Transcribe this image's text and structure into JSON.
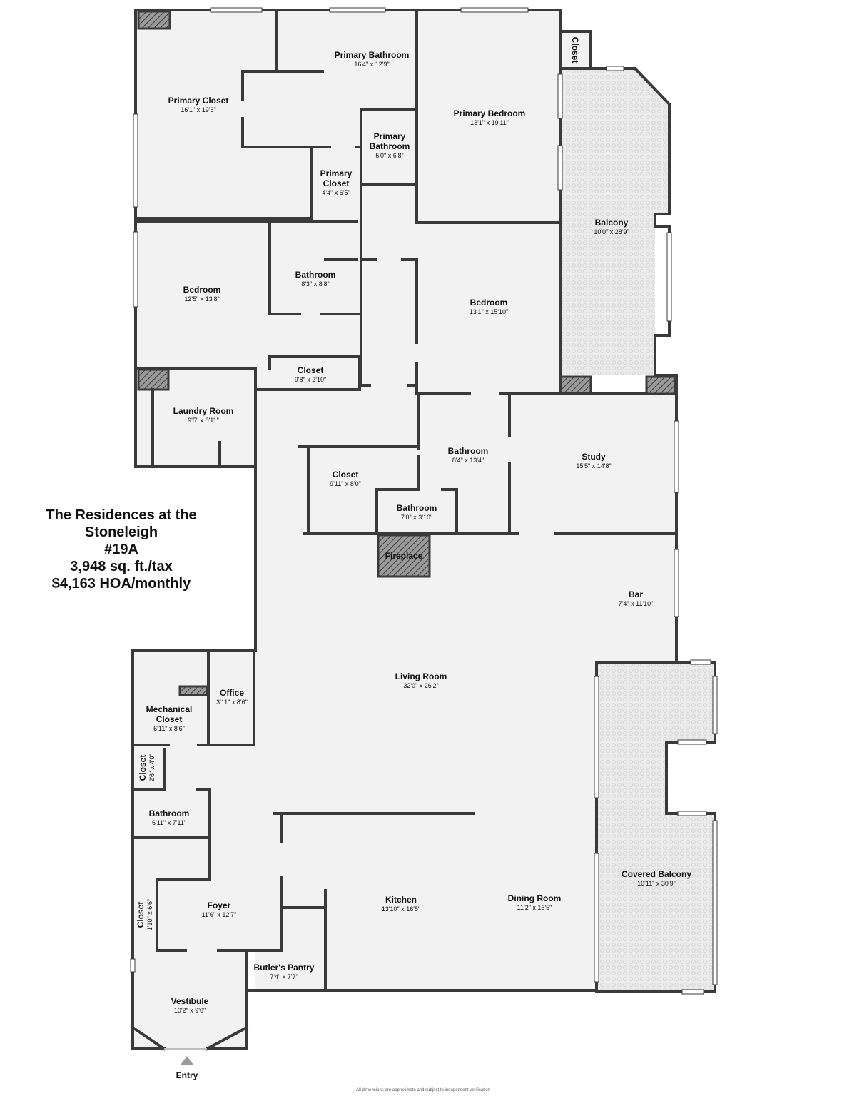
{
  "title": {
    "line1": "The Residences at the",
    "line2": "Stoneleigh",
    "line3": "#19A",
    "line4": "3,948 sq. ft./tax",
    "line5": "$4,163 HOA/monthly"
  },
  "rooms": {
    "primary_bathroom_main": {
      "name": "Primary Bathroom",
      "dims": "16'4\" x 12'9\""
    },
    "closet_top_right": {
      "name": "Closet",
      "dims": ""
    },
    "primary_closet_main": {
      "name": "Primary Closet",
      "dims": "16'1\" x 19'6\""
    },
    "primary_bedroom": {
      "name": "Primary Bedroom",
      "dims": "13'1\" x 19'11\""
    },
    "primary_bathroom_small": {
      "name": "Primary Bathroom",
      "dims": "5'0\" x 6'8\""
    },
    "primary_closet_small": {
      "name": "Primary Closet",
      "dims": "4'4\" x 6'5\""
    },
    "balcony": {
      "name": "Balcony",
      "dims": "10'0\" x 28'9\""
    },
    "bedroom_left": {
      "name": "Bedroom",
      "dims": "12'5\" x 13'8\""
    },
    "bathroom_mid": {
      "name": "Bathroom",
      "dims": "8'3\" x 8'8\""
    },
    "bedroom_right": {
      "name": "Bedroom",
      "dims": "13'1\" x 15'10\""
    },
    "closet_mid": {
      "name": "Closet",
      "dims": "9'8\" x 2'10\""
    },
    "laundry_room": {
      "name": "Laundry Room",
      "dims": "9'5\" x 8'11\""
    },
    "bathroom_center": {
      "name": "Bathroom",
      "dims": "8'4\" x 13'4\""
    },
    "study": {
      "name": "Study",
      "dims": "15'5\" x 14'8\""
    },
    "closet_center": {
      "name": "Closet",
      "dims": "9'11\" x 8'0\""
    },
    "bathroom_small_center": {
      "name": "Bathroom",
      "dims": "7'0\" x 3'10\""
    },
    "fireplace": {
      "name": "Fireplace",
      "dims": ""
    },
    "bar": {
      "name": "Bar",
      "dims": "7'4\" x 11'10\""
    },
    "living_room": {
      "name": "Living Room",
      "dims": "32'0\" x 26'2\""
    },
    "office": {
      "name": "Office",
      "dims": "3'11\" x 8'6\""
    },
    "mechanical_closet": {
      "name": "Mechanical Closet",
      "name_line1": "Mechanical",
      "name_line2": "Closet",
      "dims": "6'11\" x 8'6\""
    },
    "closet_left_small": {
      "name": "Closet",
      "dims": "2'6\" x 4'0\""
    },
    "bathroom_left": {
      "name": "Bathroom",
      "dims": "6'11\" x 7'11\""
    },
    "foyer": {
      "name": "Foyer",
      "dims": "11'6\" x 12'7\""
    },
    "closet_foyer": {
      "name": "Closet",
      "dims": "1'10\" x 6'6\""
    },
    "kitchen": {
      "name": "Kitchen",
      "dims": "13'10\" x 16'5\""
    },
    "dining_room": {
      "name": "Dining Room",
      "dims": "11'2\" x 16'5\""
    },
    "covered_balcony": {
      "name": "Covered Balcony",
      "dims": "10'11\" x 30'9\""
    },
    "butlers_pantry": {
      "name": "Butler's Pantry",
      "dims": "7'4\" x 7'7\""
    },
    "vestibule": {
      "name": "Vestibule",
      "dims": "10'2\" x 9'0\""
    }
  },
  "entry_label": "Entry",
  "footnote": "All dimensions are approximate and subject to independent verification",
  "colors": {
    "wall": "#3a3a3a",
    "floor": "#f2f2f2",
    "balcony_fill": "#e6e6e6",
    "window": "#ffffff",
    "hatch": "#4a4a4a",
    "entry_arrow": "#9a9a9a"
  }
}
